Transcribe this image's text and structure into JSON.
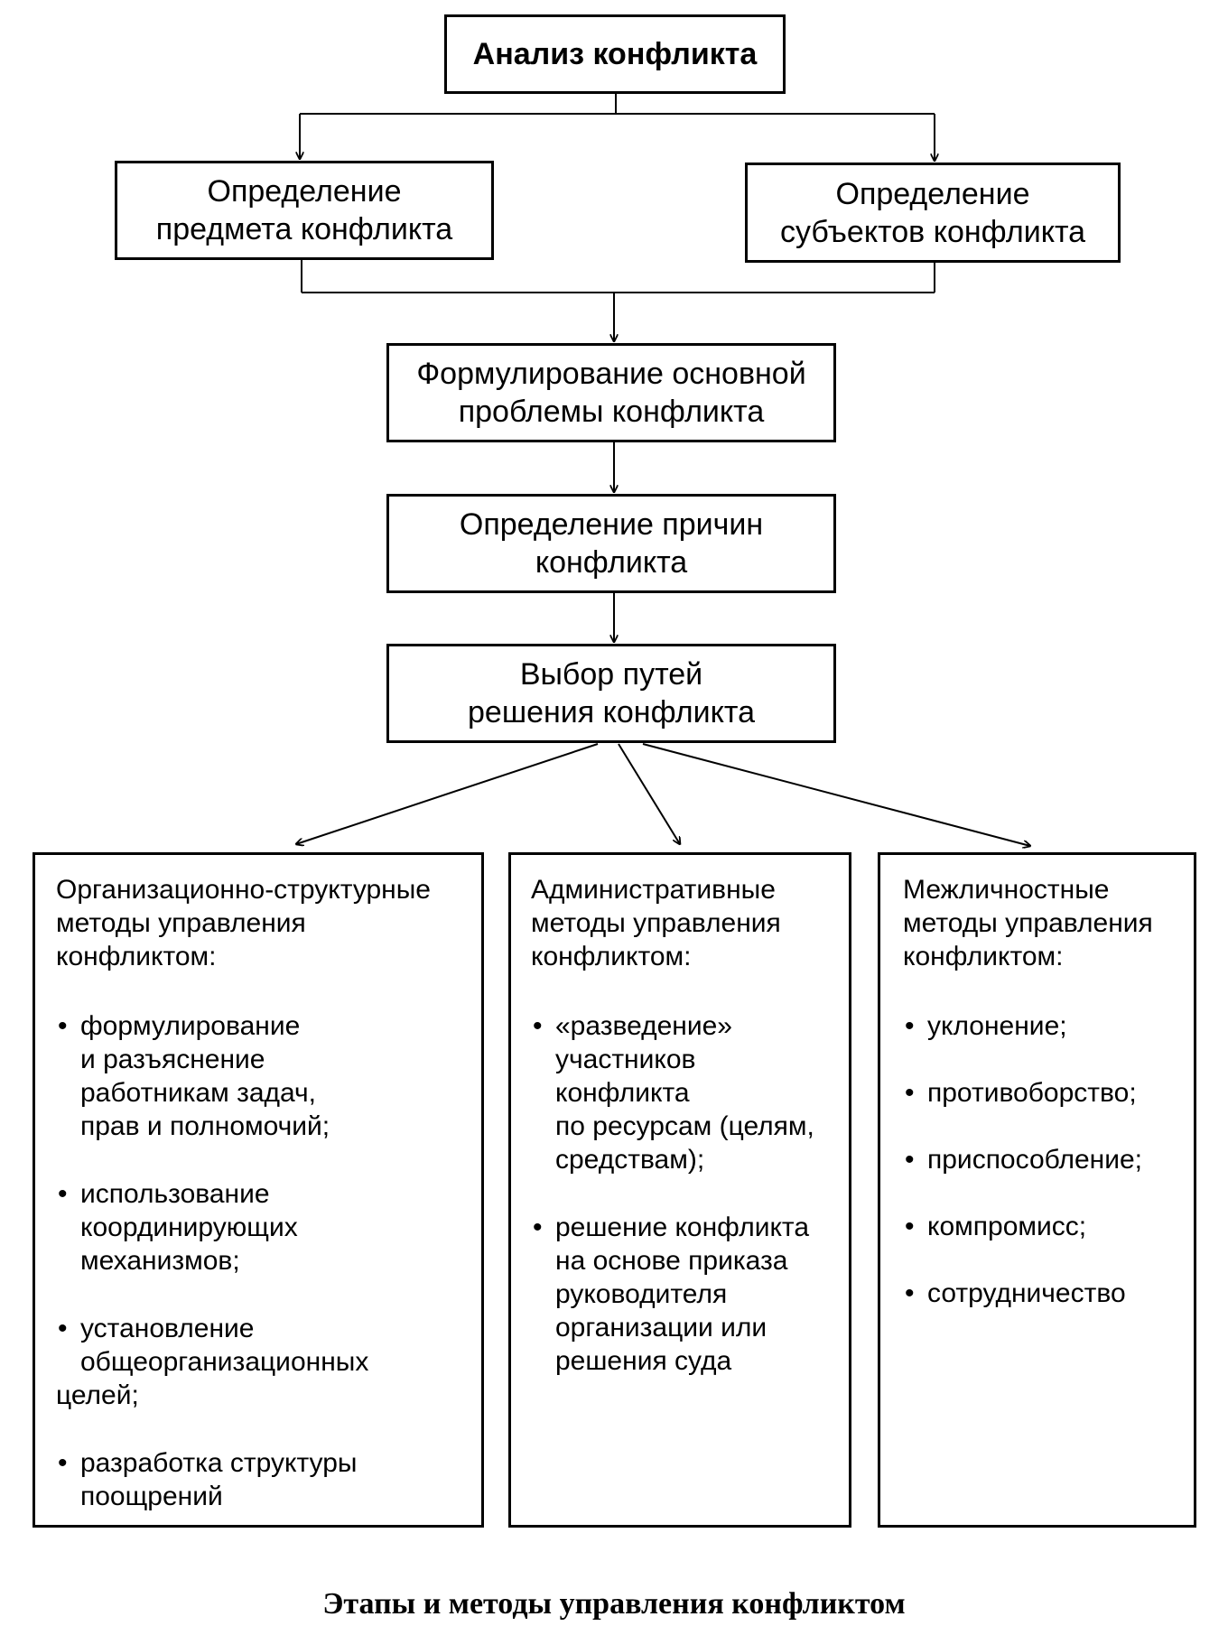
{
  "boxes": {
    "analysis": [
      "Анализ конфликта"
    ],
    "subject": [
      "Определение",
      "предмета конфликта"
    ],
    "parties": [
      "Определение",
      "субъектов конфликта"
    ],
    "problem": [
      "Формулирование основной",
      "проблемы конфликта"
    ],
    "causes": [
      "Определение причин",
      "конфликта"
    ],
    "choice": [
      "Выбор путей",
      "решения конфликта"
    ]
  },
  "methods": {
    "organizational": {
      "title": [
        "Организационно-структурные",
        "методы управления",
        "конфликтом:"
      ],
      "items": [
        [
          "формулирование",
          "и разъяснение",
          "работникам задач,",
          "прав и полномочий;"
        ],
        [
          "использование",
          "координирующих",
          "механизмов;"
        ],
        [
          "установление",
          "общеорганизационных",
          "целей;"
        ],
        [
          "разработка структуры",
          "поощрений"
        ]
      ]
    },
    "administrative": {
      "title": [
        "Административные",
        "методы управления",
        "конфликтом:"
      ],
      "items": [
        [
          "«разведение»",
          "участников",
          "конфликта",
          "по ресурсам (целям,",
          "средствам);"
        ],
        [
          "решение конфликта",
          "на основе приказа",
          "руководителя",
          "организации или",
          "решения суда"
        ]
      ]
    },
    "interpersonal": {
      "title": [
        "Межличностные",
        "методы управления",
        "конфликтом:"
      ],
      "items": [
        [
          "уклонение;"
        ],
        [
          "противоборство;"
        ],
        [
          "приспособление;"
        ],
        [
          "компромисс;"
        ],
        [
          "сотрудничество"
        ]
      ]
    }
  },
  "caption": "Этапы и методы управления конфликтом"
}
